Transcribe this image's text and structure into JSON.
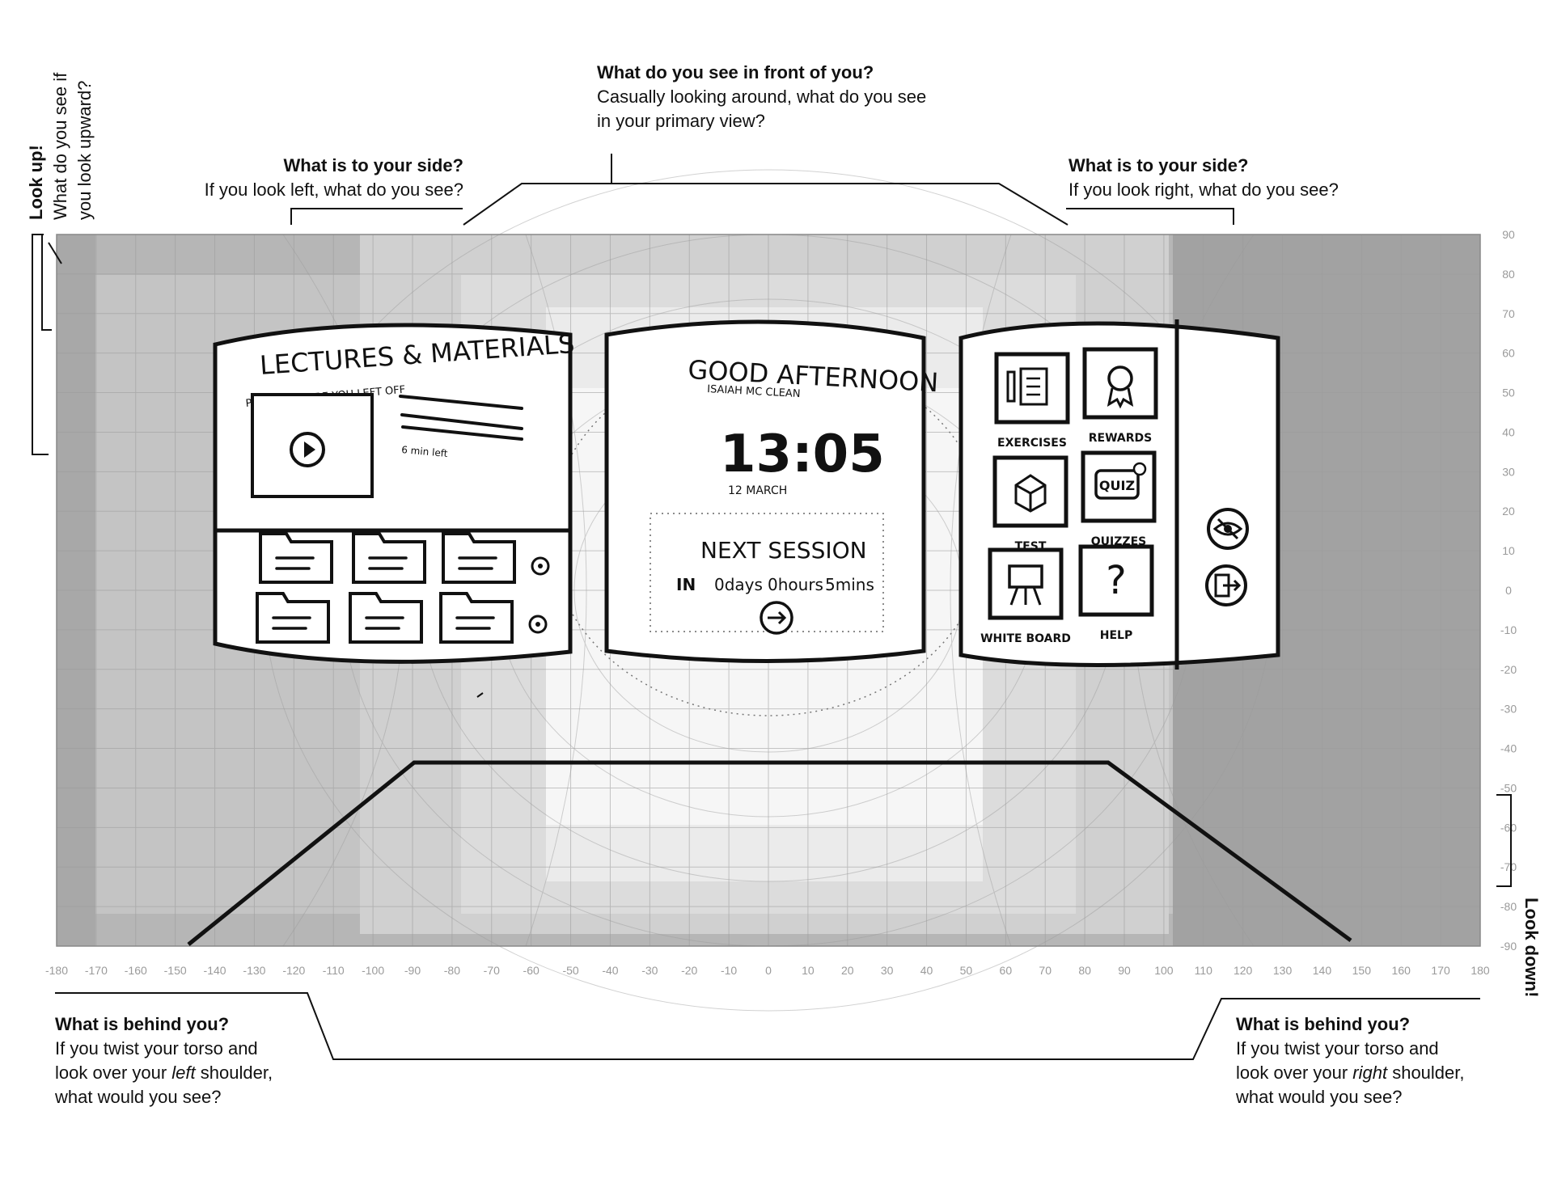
{
  "annotations": {
    "front": {
      "heading": "What do you see in front of you?",
      "line1": "Casually looking around, what do you see",
      "line2": "in your primary view?"
    },
    "left_side": {
      "heading": "What is to your side?",
      "body": "If you look left, what do you see?"
    },
    "right_side": {
      "heading": "What is to your side?",
      "body": "If you look right, what do you see?"
    },
    "look_up": {
      "heading": "Look up!",
      "line1": "What do you see if",
      "line2": "you look upward?"
    },
    "look_down": {
      "heading": "Look down!"
    },
    "behind_left": {
      "heading": "What is behind you?",
      "line1": "If you twist your torso and",
      "line2_pre": "look over your ",
      "line2_em": "left",
      "line2_post": " shoulder,",
      "line3": "what would you see?"
    },
    "behind_right": {
      "heading": "What is behind you?",
      "line1": "If you twist your torso and",
      "line2_pre": "look over your ",
      "line2_em": "right",
      "line2_post": " shoulder,",
      "line3": "what would you see?"
    }
  },
  "axes": {
    "x_ticks": [
      "-180",
      "-170",
      "-160",
      "-150",
      "-140",
      "-130",
      "-120",
      "-110",
      "-100",
      "-90",
      "-80",
      "-70",
      "-60",
      "-50",
      "-40",
      "-30",
      "-20",
      "-10",
      "0",
      "10",
      "20",
      "30",
      "40",
      "50",
      "60",
      "70",
      "80",
      "90",
      "100",
      "110",
      "120",
      "130",
      "140",
      "150",
      "160",
      "170",
      "180"
    ],
    "y_ticks": [
      "90",
      "80",
      "70",
      "60",
      "50",
      "40",
      "30",
      "20",
      "10",
      "0",
      "-10",
      "-20",
      "-30",
      "-40",
      "-50",
      "-60",
      "-70",
      "-80",
      "-90"
    ]
  },
  "left_panel": {
    "title": "LECTURES & MATERIALS",
    "subtitle": "PICK UP WHERE YOU LEFT OFF",
    "video_remaining": "6 min left"
  },
  "center_panel": {
    "greeting": "GOOD AFTERNOON",
    "user_name": "ISAIAH MC CLEAN",
    "time": "13:05",
    "date": "12 MARCH",
    "next_session_label": "NEXT SESSION",
    "next_session_prefix": "IN",
    "next_session_days": "0days",
    "next_session_hours": "0hours",
    "next_session_mins": "5mins"
  },
  "right_panel": {
    "tiles": [
      {
        "label": "EXERCISES",
        "icon": "document-pencil-icon"
      },
      {
        "label": "REWARDS",
        "icon": "award-ribbon-icon"
      },
      {
        "label": "TEST",
        "icon": "box-icon"
      },
      {
        "label": "QUIZZES",
        "icon": "quiz-bubble-icon"
      },
      {
        "label": "WHITE BOARD",
        "icon": "easel-icon"
      },
      {
        "label": "HELP",
        "icon": "question-mark-icon"
      }
    ],
    "quiz_badge": "QUIZ",
    "help_glyph": "?",
    "side_icons": [
      "eye-hidden-icon",
      "exit-door-icon"
    ]
  }
}
